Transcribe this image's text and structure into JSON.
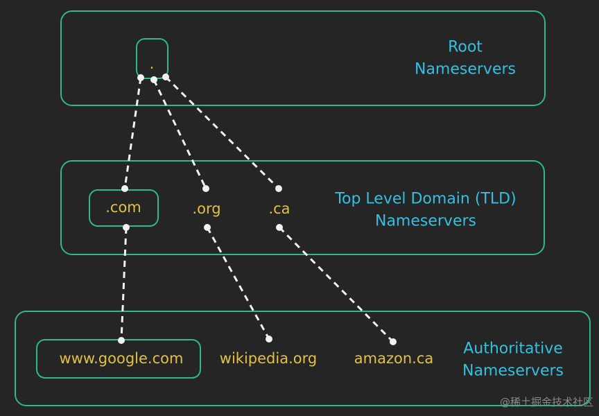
{
  "tiers": {
    "root": {
      "line1": "Root",
      "line2": "Nameservers"
    },
    "tld": {
      "line1": "Top Level Domain (TLD)",
      "line2": "Nameservers"
    },
    "authoritative": {
      "line1": "Authoritative",
      "line2": "Nameservers"
    }
  },
  "nodes": {
    "root": ".",
    "com": ".com",
    "org": ".org",
    "ca": ".ca",
    "google": "www.google.com",
    "wikipedia": "wikipedia.org",
    "amazon": "amazon.ca"
  },
  "watermark": "@稀土掘金技术社区",
  "colors": {
    "background": "#252525",
    "box_outline": "#2db892",
    "node_label": "#e3c13f",
    "tier_label": "#34c0df",
    "connector": "#f2f2f2"
  }
}
